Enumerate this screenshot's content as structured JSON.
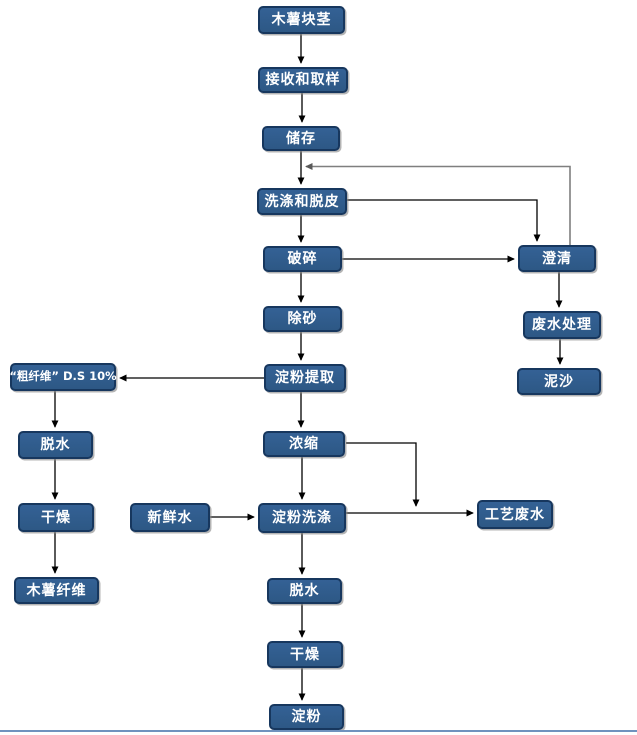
{
  "diagram": {
    "description": "Cassava starch production process flowchart",
    "colors": {
      "box_fill": "#2E5A8C",
      "box_border": "#17375E",
      "box_text": "#FFFFFF",
      "arrow": "#000000",
      "recycle_arrow": "#7F7F7F",
      "bottom_rule": "#7092BE"
    },
    "nodes": [
      {
        "id": "cassava-tubers",
        "label": "木薯块茎"
      },
      {
        "id": "receiving-sampling",
        "label": "接收和取样"
      },
      {
        "id": "storage",
        "label": "储存"
      },
      {
        "id": "washing-peeling",
        "label": "洗涤和脱皮"
      },
      {
        "id": "crushing",
        "label": "破碎"
      },
      {
        "id": "clarification",
        "label": "澄清"
      },
      {
        "id": "sand-removal",
        "label": "除砂"
      },
      {
        "id": "wastewater-treatment",
        "label": "废水处理"
      },
      {
        "id": "silt",
        "label": "泥沙"
      },
      {
        "id": "crude-fiber-ds10",
        "label": "“粗纤维” D.S 10%"
      },
      {
        "id": "starch-extraction",
        "label": "淀粉提取"
      },
      {
        "id": "dewatering-fiber",
        "label": "脱水"
      },
      {
        "id": "concentration",
        "label": "浓缩"
      },
      {
        "id": "drying-fiber",
        "label": "干燥"
      },
      {
        "id": "fresh-water",
        "label": "新鲜水"
      },
      {
        "id": "starch-washing",
        "label": "淀粉洗涤"
      },
      {
        "id": "process-wastewater",
        "label": "工艺废水"
      },
      {
        "id": "cassava-fiber",
        "label": "木薯纤维"
      },
      {
        "id": "dewatering-starch",
        "label": "脱水"
      },
      {
        "id": "drying-starch",
        "label": "干燥"
      },
      {
        "id": "starch",
        "label": "淀粉"
      }
    ],
    "edges": [
      "cassava-tubers -> receiving-sampling",
      "receiving-sampling -> storage",
      "storage -> washing-peeling",
      "clarification -> washing-peeling (gray recycle line)",
      "washing-peeling -> crushing",
      "washing-peeling -> clarification",
      "crushing -> sand-removal",
      "crushing -> clarification",
      "clarification -> wastewater-treatment",
      "wastewater-treatment -> silt",
      "sand-removal -> starch-extraction",
      "starch-extraction -> crude-fiber-ds10",
      "starch-extraction -> concentration",
      "crude-fiber-ds10 -> dewatering-fiber",
      "dewatering-fiber -> drying-fiber",
      "drying-fiber -> cassava-fiber",
      "concentration -> starch-washing",
      "concentration -> process-wastewater-junction",
      "fresh-water -> starch-washing",
      "starch-washing -> process-wastewater",
      "starch-washing -> dewatering-starch",
      "dewatering-starch -> drying-starch",
      "drying-starch -> starch"
    ]
  }
}
